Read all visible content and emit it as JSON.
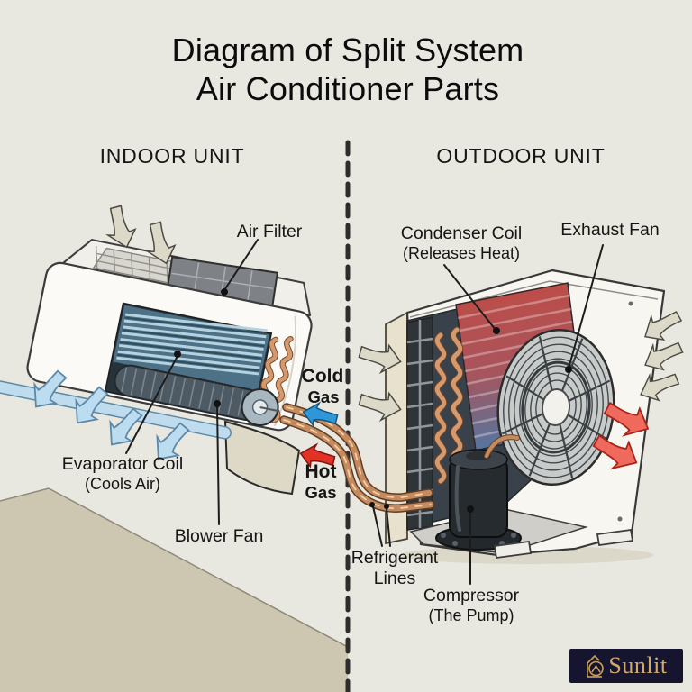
{
  "title": {
    "line1": "Diagram of Split System",
    "line2": "Air Conditioner Parts"
  },
  "indoor": {
    "header": "INDOOR UNIT",
    "air_filter": "Air Filter",
    "evaporator_coil": "Evaporator Coil",
    "evaporator_note": "(Cools Air)",
    "blower_fan": "Blower Fan"
  },
  "outdoor": {
    "header": "OUTDOOR UNIT",
    "condenser_coil": "Condenser Coil",
    "condenser_note": "(Releases Heat)",
    "exhaust_fan": "Exhaust Fan",
    "refrigerant_line1": "Refrigerant",
    "refrigerant_line2": "Lines",
    "compressor": "Compressor",
    "compressor_note": "(The Pump)"
  },
  "refrigerant_flow": {
    "cold_word": "Cold",
    "cold_unit": "Gas",
    "hot_word": "Hot",
    "hot_unit": "Gas"
  },
  "brand": {
    "name": "Sunlit"
  },
  "icons": {
    "cold-gas-arrow-icon": "blue left arrow",
    "hot-gas-arrow-icon": "red left arrow",
    "cool-air-arrow-icon": "light-blue down-left arrow",
    "intake-arrow-icon": "tan airflow arrow",
    "exhaust-air-arrow-icon": "red right arrow",
    "sunlit-logo-icon": "gold house with sun circle"
  },
  "colors": {
    "background": "#e9e8e0",
    "wall_tan": "#cdc6b1",
    "cold_arrow": "#2f96d8",
    "hot_arrow": "#e23125",
    "copper": "#c58a5d",
    "coil_hot": "#c14b43",
    "coil_cool": "#55759f",
    "logo_bg": "#15152f",
    "logo_gold": "#d3a967"
  }
}
